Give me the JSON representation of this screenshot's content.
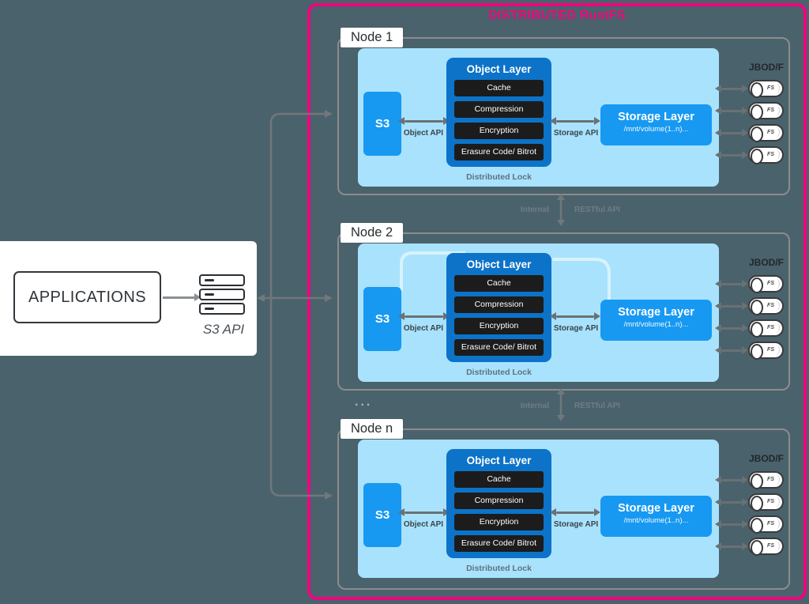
{
  "colors": {
    "background": "#4A626C",
    "accent_pink": "#F0057E",
    "panel_blue": "#A9E2FD",
    "bright_blue": "#1799F2",
    "deep_blue": "#0C73C8",
    "item_black": "#1C1C1C",
    "line_gray": "#71777B",
    "node_border_gray": "#8C8C8C"
  },
  "applications": {
    "label": "APPLICATIONS",
    "api_label": "S3 API",
    "icon": "server-stack-icon"
  },
  "distributed": {
    "title": "DISTRIBUTED RustFS"
  },
  "node_common": {
    "s3_label": "S3",
    "object_api_label": "Object API",
    "storage_api_label": "Storage API",
    "object_layer": {
      "title": "Object Layer",
      "items": [
        "Cache",
        "Compression",
        "Encryption",
        "Erasure Code/ Bitrot"
      ]
    },
    "storage_layer": {
      "title": "Storage Layer",
      "subtitle": "/mnt/volume(1..n)..."
    },
    "distributed_lock_label": "Distributed Lock",
    "jbod_label": "JBOD/F",
    "disk_label": "FS",
    "disk_icon": "disk-cylinder-icon",
    "disk_count": 4
  },
  "nodes": [
    {
      "title": "Node 1",
      "decor": false
    },
    {
      "title": "Node 2",
      "decor": true
    },
    {
      "title": "Node n",
      "decor": false
    }
  ],
  "links": {
    "internal_label": "Internal",
    "restful_label": "RESTful API",
    "ellipsis": "..."
  }
}
